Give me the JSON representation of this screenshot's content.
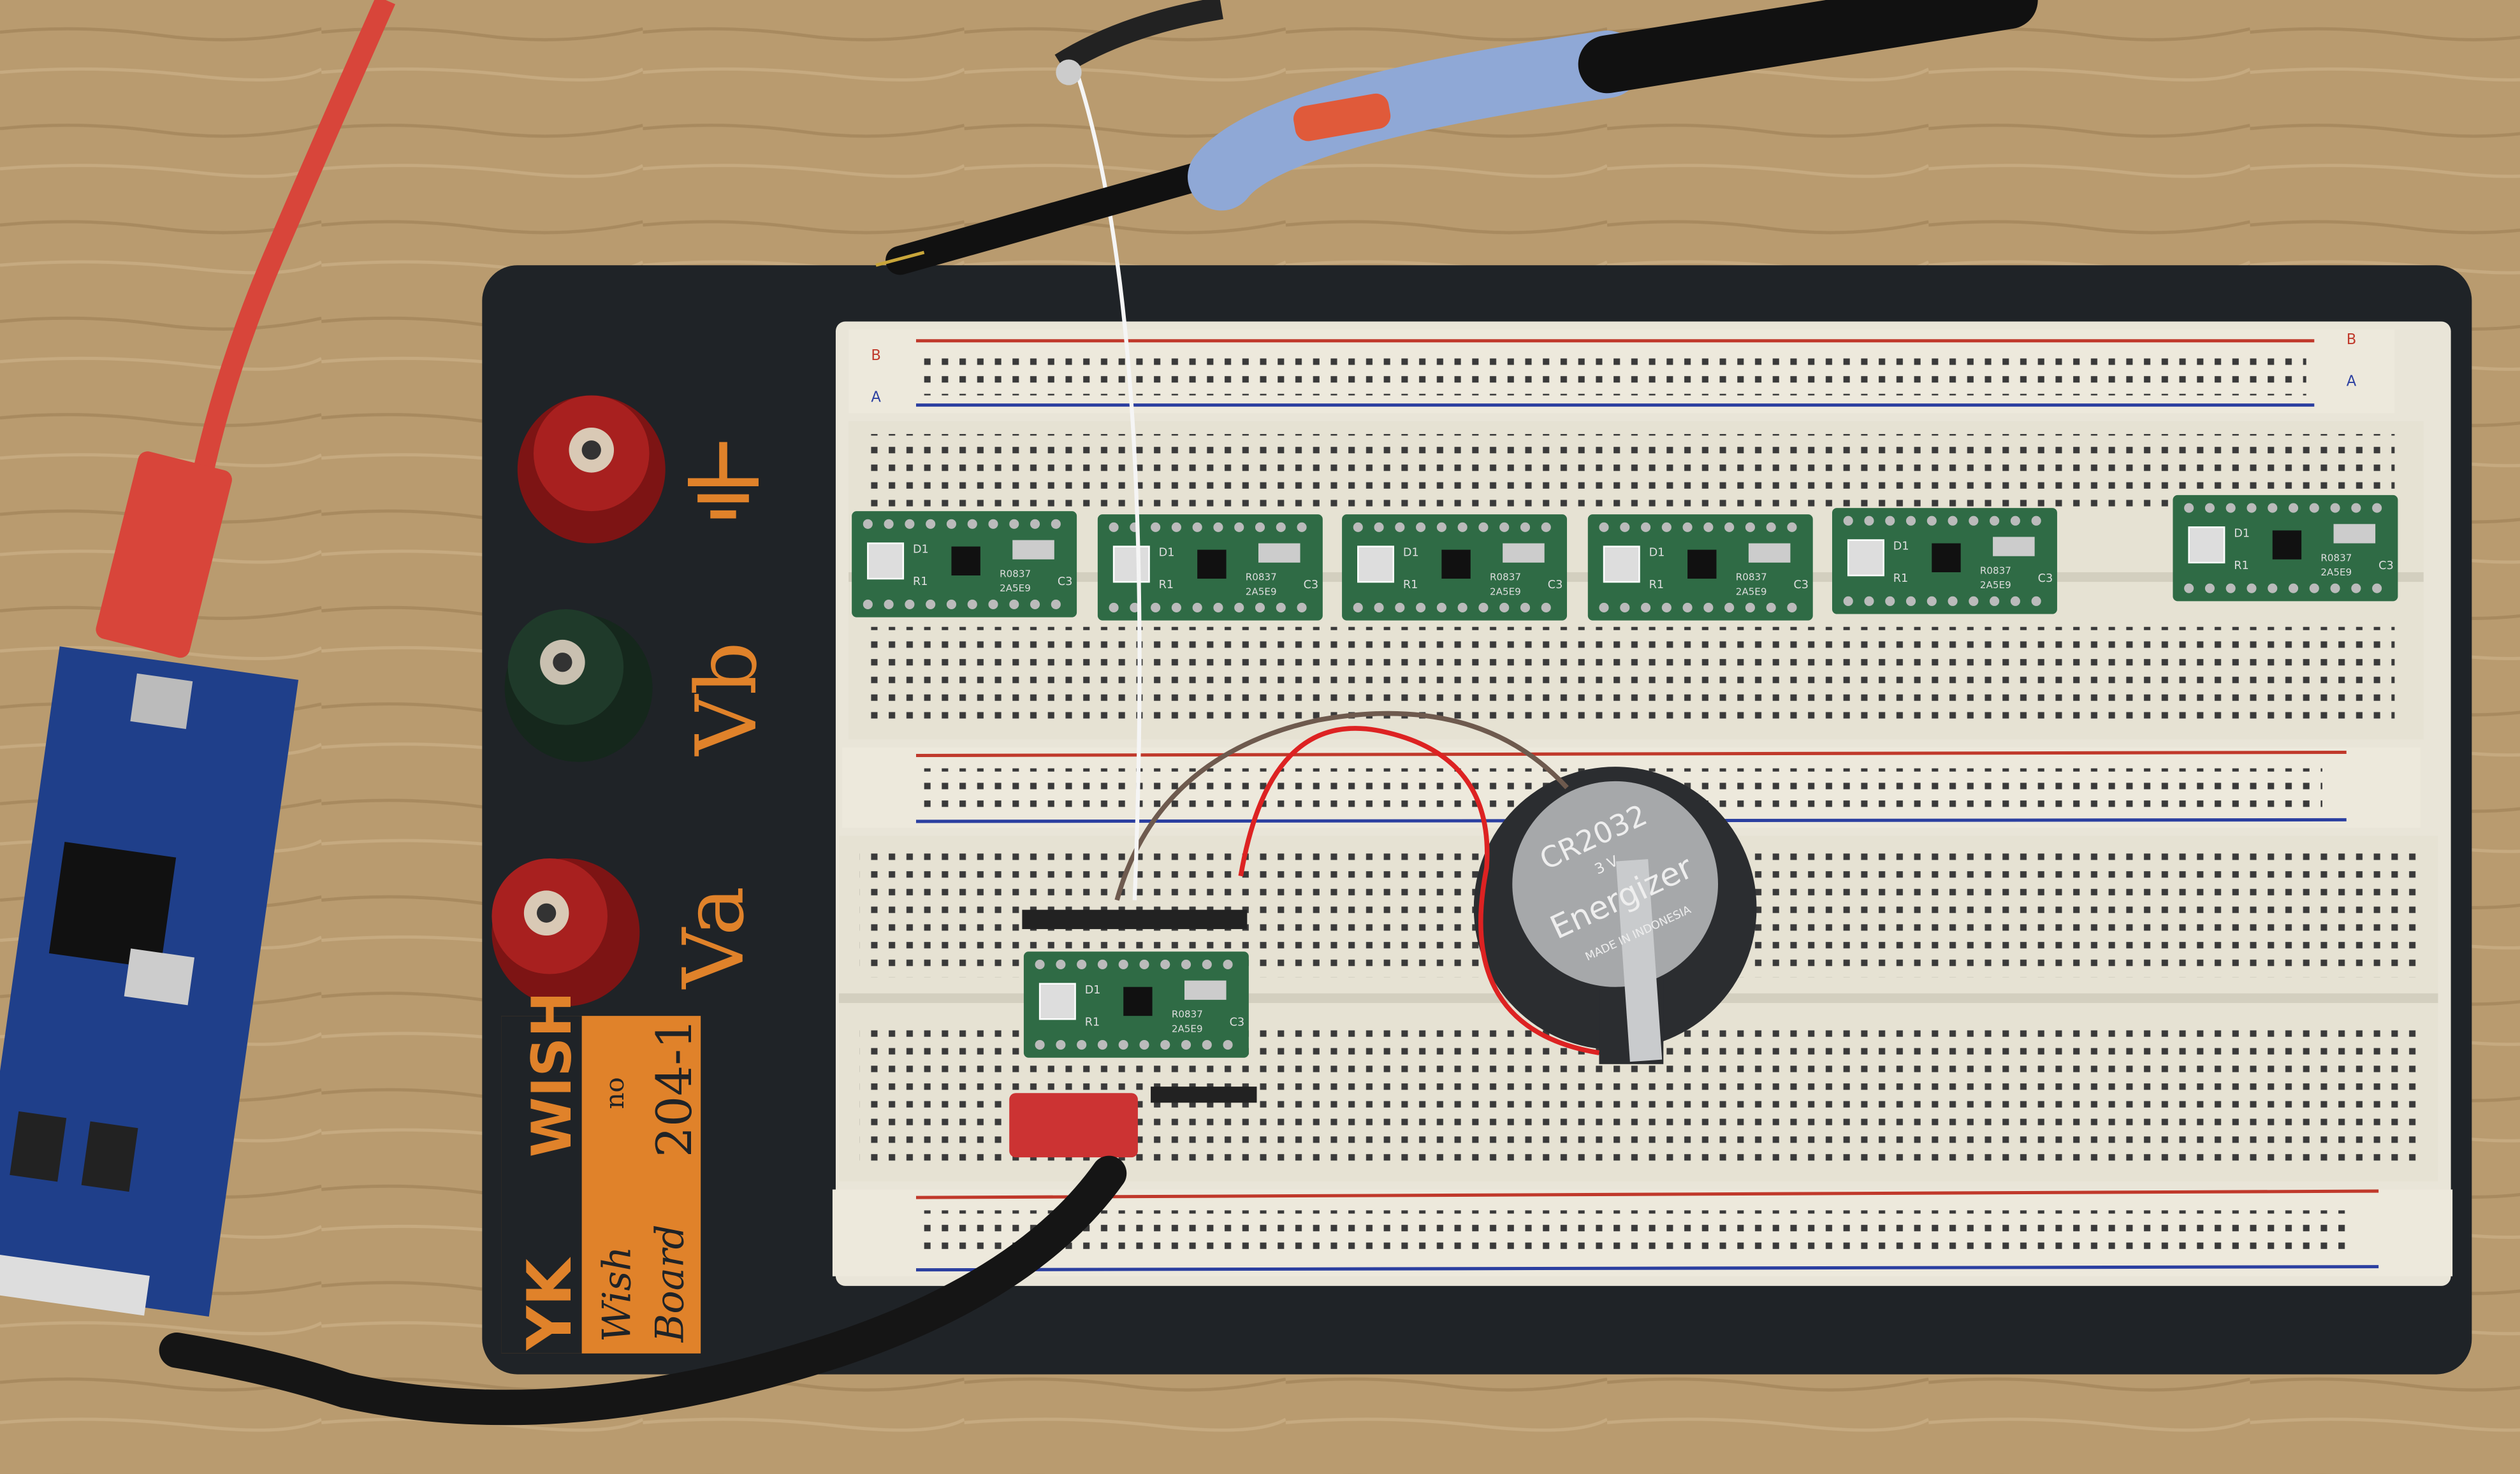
{
  "board": {
    "brand": "WISH",
    "model_prefix": "no",
    "model_number": "204-1",
    "name_line1": "Wish",
    "name_line2": "Board",
    "logo": "YK",
    "terminal_vb": "Vb",
    "terminal_va": "Va",
    "rail_label_a": "A",
    "rail_label_b": "B"
  },
  "battery": {
    "model": "CR2032",
    "voltage": "3 V",
    "brand": "Energizer",
    "origin": "MADE IN INDONESIA"
  },
  "module": {
    "r_label": "R1",
    "d_label": "D1",
    "c_label": "C3",
    "code_line1": "R0837",
    "code_line2": "2A5E9"
  },
  "colors": {
    "wood": "#b89a6e",
    "board": "#1f2327",
    "breadboard": "#e9e5d8",
    "pcb_green": "#2f6b45",
    "label_orange": "#e0822a",
    "post_red": "#9c1b1b",
    "post_green": "#1f3a2a",
    "usb_red": "#d8453a",
    "debugger_blue": "#1f3f8a"
  }
}
